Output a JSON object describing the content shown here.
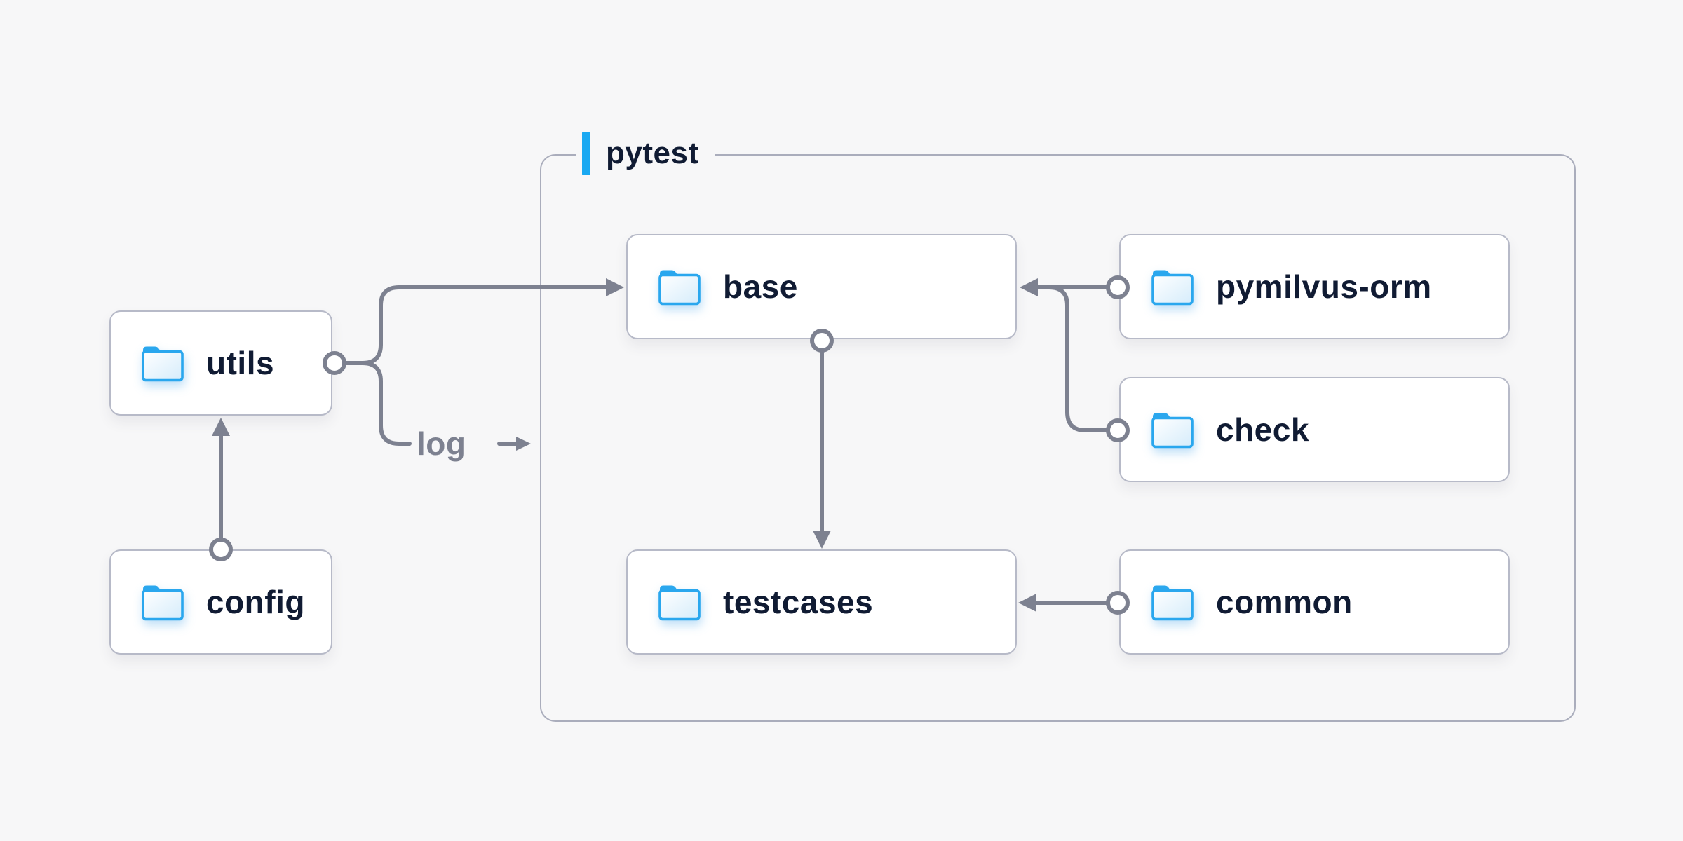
{
  "diagram": {
    "group": {
      "label": "pytest"
    },
    "nodes": {
      "utils": {
        "label": "utils",
        "icon": "folder-icon"
      },
      "config": {
        "label": "config",
        "icon": "folder-icon"
      },
      "base": {
        "label": "base",
        "icon": "folder-icon"
      },
      "pymilvus_orm": {
        "label": "pymilvus-orm",
        "icon": "folder-icon"
      },
      "check": {
        "label": "check",
        "icon": "folder-icon"
      },
      "testcases": {
        "label": "testcases",
        "icon": "folder-icon"
      },
      "common": {
        "label": "common",
        "icon": "folder-icon"
      }
    },
    "edge_label": {
      "text": "log"
    },
    "edges": [
      {
        "from": "config",
        "to": "utils",
        "style": "arrow"
      },
      {
        "from": "utils",
        "to": "base",
        "style": "arrow"
      },
      {
        "from": "utils",
        "to": "log-label",
        "style": "plain"
      },
      {
        "from": "pymilvus_orm",
        "to": "base",
        "style": "arrow"
      },
      {
        "from": "check",
        "to": "base",
        "style": "arrow-merge"
      },
      {
        "from": "base",
        "to": "testcases",
        "style": "arrow"
      },
      {
        "from": "common",
        "to": "testcases",
        "style": "arrow"
      }
    ],
    "colors": {
      "background": "#f7f7f8",
      "accent_blue": "#1aa9f2",
      "folder_blue": "#2aa7ee",
      "text_navy": "#101b33",
      "connector_gray": "#7d8190",
      "node_border": "#b7bac8",
      "group_border": "#aaadbc",
      "node_background": "#ffffff"
    }
  }
}
